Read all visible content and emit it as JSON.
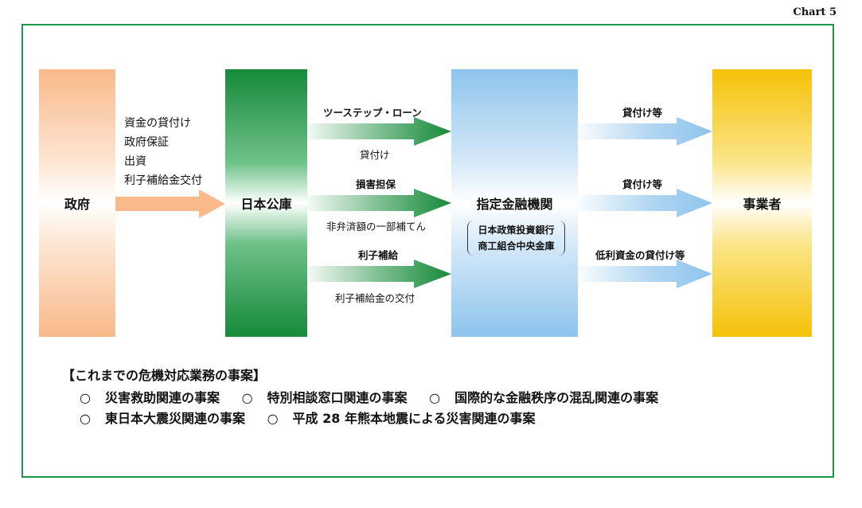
{
  "chart_label": "Chart 5",
  "columns": {
    "government": "政府",
    "jfc": "日本公庫",
    "financial": "指定金融機関",
    "financial_sub": [
      "日本政策投資銀行",
      "商工組合中央金庫"
    ],
    "business": "事業者"
  },
  "gov_labels": [
    "資金の貸付け",
    "政府保証",
    "出資",
    "利子補給金交付"
  ],
  "mid_arrows": [
    {
      "top": "ツーステップ・ローン",
      "bottom": "貸付け"
    },
    {
      "top": "損害担保",
      "bottom": "非弁済額の一部補てん"
    },
    {
      "top": "利子補給",
      "bottom": "利子補給金の交付"
    }
  ],
  "right_arrows": [
    "貸付け等",
    "貸付け等",
    "低利資金の貸付け等"
  ],
  "history": {
    "title": "【これまでの危機対応業務の事案】",
    "bullet": "○",
    "rows": [
      [
        "災害救助関連の事案",
        "特別相談窓口関連の事案",
        "国際的な金融秩序の混乱関連の事案"
      ],
      [
        "東日本大震災関連の事案",
        "平成 28 年熊本地震による災害関連の事案"
      ]
    ]
  },
  "colors": {
    "frame": "#1a9a46",
    "orange": "#f9b98a",
    "green": "#168a39",
    "blue": "#8ec3ec",
    "yellow": "#f5c108"
  }
}
